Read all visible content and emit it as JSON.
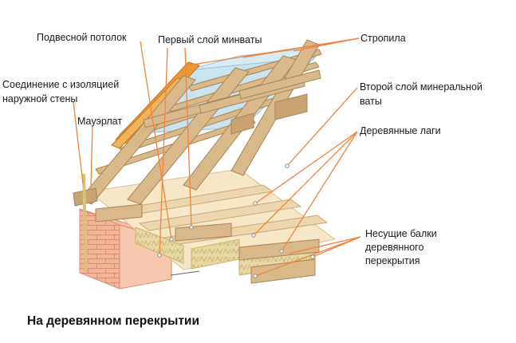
{
  "labels": {
    "suspended_ceiling": "Подвесной потолок",
    "first_wool_layer": "Первый слой минваты",
    "rafters": "Стропила",
    "wall_joint_1": "Соединение с изоляцией",
    "wall_joint_2": "наружной стены",
    "second_wool_layer_1": "Второй слой минеральной",
    "second_wool_layer_2": "ваты",
    "mauerlat": "Мауэрлат",
    "wooden_joists": "Деревянные лаги",
    "beams_1": "Несущие балки",
    "beams_2": "деревянного",
    "beams_3": "перекрытия"
  },
  "caption": "На деревянном перекрытии",
  "colors": {
    "leader": "#f0843c",
    "wood": "#d9b98a",
    "wood_dark": "#b58f5c",
    "wood_light": "#ecd6ae",
    "floor": "#f6e7c6",
    "wool": "#e7d9a6",
    "brick": "#f2b69a",
    "glass": "#c9e4ef",
    "tile": "#e79a3a"
  }
}
